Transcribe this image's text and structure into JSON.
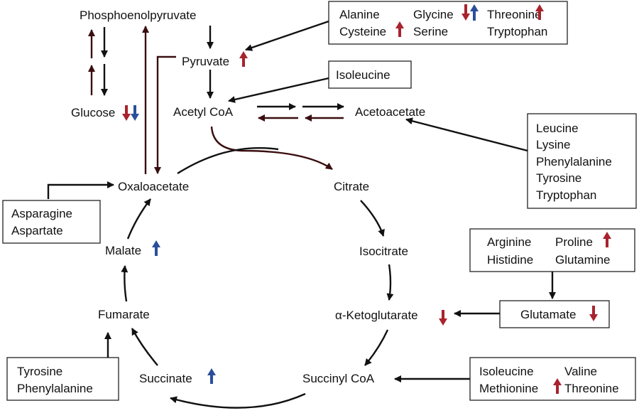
{
  "metabolites": {
    "pep": "Phosphoenolpyruvate",
    "pyruvate": "Pyruvate",
    "acetyl_coa": "Acetyl CoA",
    "acetoacetate": "Acetoacetate",
    "glucose": "Glucose",
    "oxaloacetate": "Oxaloacetate",
    "citrate": "Citrate",
    "isocitrate": "Isocitrate",
    "akg": "α-Ketoglutarate",
    "succinyl_coa": "Succinyl CoA",
    "succinate": "Succinate",
    "fumarate": "Fumarate",
    "malate": "Malate"
  },
  "boxes": {
    "pyruvate_sources": [
      "Alanine",
      "Glycine",
      "Threonine",
      "Cysteine",
      "Serine",
      "Tryptophan"
    ],
    "acetyl_sources": [
      "Isoleucine"
    ],
    "acetoacetate_sources": [
      "Leucine",
      "Lysine",
      "Phenylalanine",
      "Tyrosine",
      "Tryptophan"
    ],
    "glutamate_sources": [
      "Arginine",
      "Proline",
      "Histidine",
      "Glutamine"
    ],
    "glutamate": "Glutamate",
    "succinyl_sources": [
      "Isoleucine",
      "Valine",
      "Methionine",
      "Threonine"
    ],
    "fumarate_sources": [
      "Tyrosine",
      "Phenylalanine"
    ],
    "oxaloacetate_sources": [
      "Asparagine",
      "Aspartate"
    ]
  },
  "indicator_colors": {
    "up": "#2a4f9a",
    "down": "#a8232e"
  },
  "indicators": {
    "glucose": [
      "down",
      "down-blue"
    ],
    "pyruvate": [
      "up"
    ],
    "glycine": [
      "down",
      "up-blue"
    ],
    "threonine": [
      "up"
    ],
    "cysteine": [
      "up"
    ],
    "proline": [
      "up"
    ],
    "glutamate": [
      "down"
    ],
    "akg": [
      "down"
    ],
    "methionine": [
      "up"
    ],
    "malate": [
      "up-blue"
    ],
    "succinate": [
      "up-blue"
    ]
  }
}
